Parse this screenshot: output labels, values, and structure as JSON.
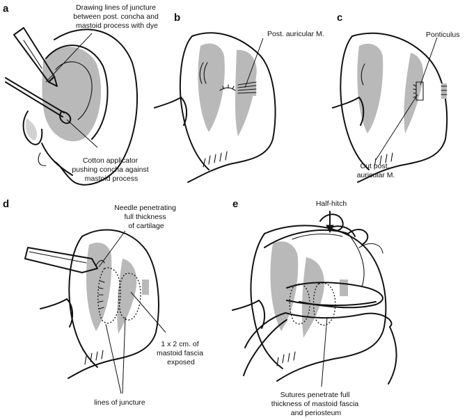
{
  "panels": {
    "a": {
      "label": "a",
      "dye_note": [
        "Drawing lines of juncture",
        "between post. concha and",
        "mastoid process with dye"
      ],
      "cotton_note": [
        "Cotton applicator",
        "pushing concha against",
        "mastoid process"
      ]
    },
    "b": {
      "label": "b",
      "muscle_note": "Post. auricular M."
    },
    "c": {
      "label": "c",
      "ponticulus_note": "Ponticulus",
      "cut_note": [
        "Cut post.",
        "auricular M."
      ]
    },
    "d": {
      "label": "d",
      "needle_note": [
        "Needle penetrating",
        "full thickness",
        "of cartilage"
      ],
      "fascia_note": [
        "1 x 2 cm. of",
        "mastoid fascia",
        "exposed"
      ],
      "juncture_note": "lines of juncture"
    },
    "e": {
      "label": "e",
      "hitch_note": "Half-hitch",
      "sutures_note": [
        "Sutures penetrate full",
        "thickness of mastoid fascia",
        "and periosteum"
      ]
    }
  }
}
